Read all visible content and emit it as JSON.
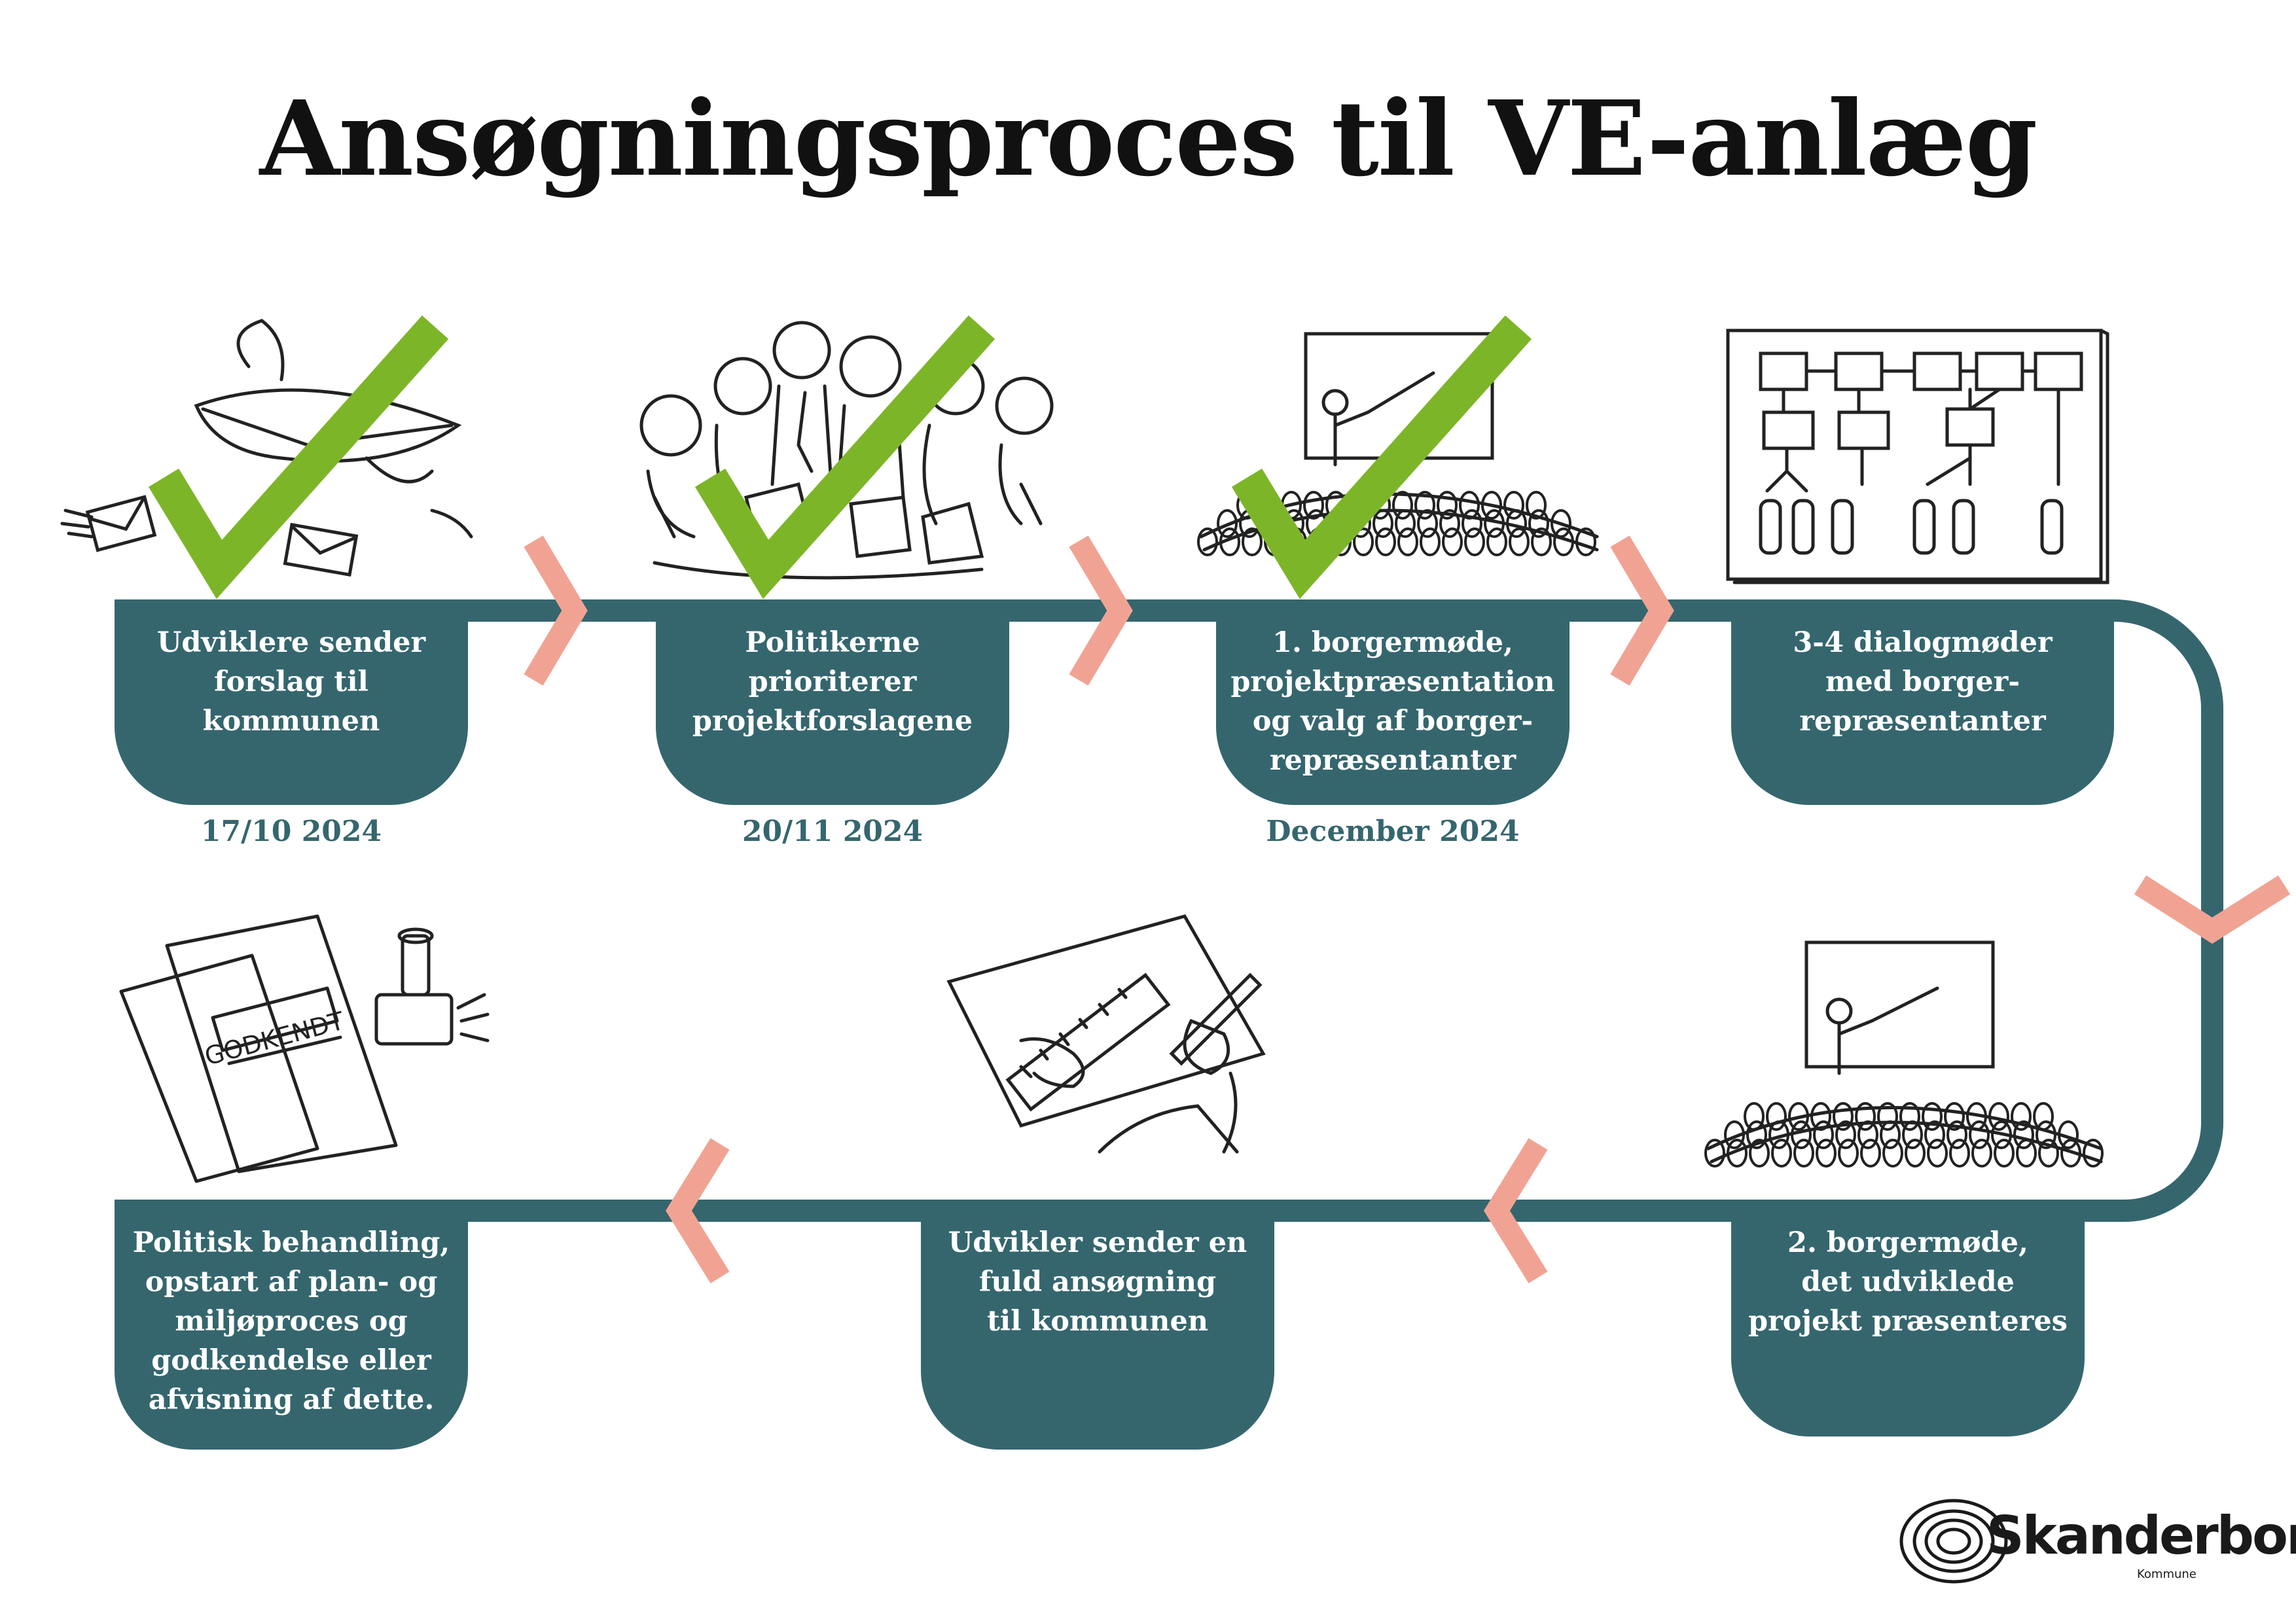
{
  "title": "Ansøgningsproces til VE-anlæg",
  "colors": {
    "track": "#35666e",
    "arrow": "#f1a393",
    "check": "#7db528"
  },
  "steps": [
    {
      "text": "Udviklere sender\nforslag til\nkommunen",
      "date": "17/10 2024",
      "completed": true,
      "icon": "letters-sent-illustration"
    },
    {
      "text": "Politikerne\nprioriterer\nprojektforslagene",
      "date": "20/11 2024",
      "completed": true,
      "icon": "politicians-illustration"
    },
    {
      "text": "1. borgermøde,\nprojektpræsentation\nog valg af borger-\nrepræsentanter",
      "date": "December 2024",
      "completed": true,
      "icon": "presentation-audience-illustration"
    },
    {
      "text": "3-4 dialogmøder\nmed borger-\nrepræsentanter",
      "date": "",
      "completed": false,
      "icon": "org-chart-illustration"
    },
    {
      "text": "2. borgermøde,\ndet udviklede\nprojekt præsenteres",
      "date": "",
      "completed": false,
      "icon": "presentation-audience-illustration"
    },
    {
      "text": "Udvikler sender en\nfuld ansøgning\ntil kommunen",
      "date": "",
      "completed": false,
      "icon": "drawing-plans-illustration"
    },
    {
      "text": "Politisk behandling,\nopstart af plan- og\nmiljøproces og\ngodkendelse eller\nafvisning af dette.",
      "date": "",
      "completed": false,
      "icon": "approved-document-illustration"
    }
  ],
  "stamp_word": "GODKENDT",
  "logo": {
    "name": "Skanderborg",
    "sub": "Kommune"
  }
}
